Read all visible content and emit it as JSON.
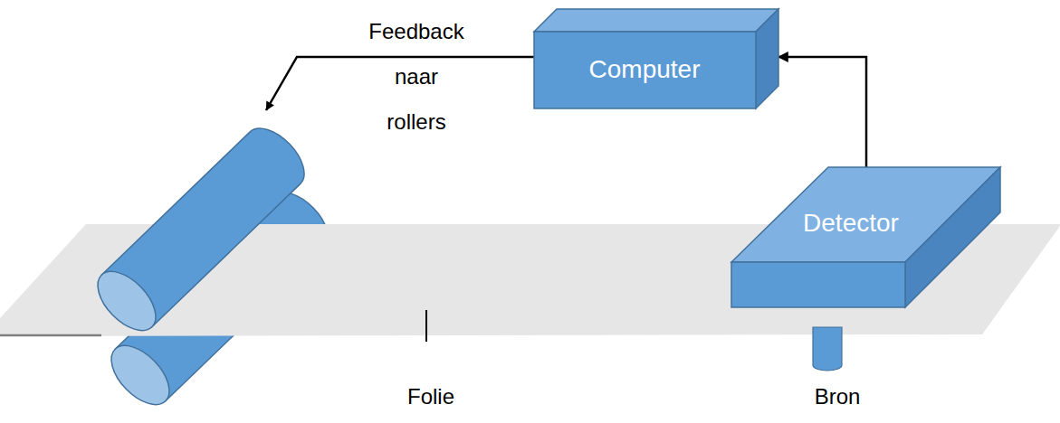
{
  "diagram": {
    "nodes": [
      {
        "text": [
          "Computer"
        ]
      },
      {
        "text": [
          "Detector"
        ]
      }
    ],
    "edges": [
      {
        "from": 1,
        "to": 0,
        "arrow": "to"
      }
    ],
    "labels": [
      "Feedback naar rollers",
      "Folie",
      "Bron"
    ]
  }
}
